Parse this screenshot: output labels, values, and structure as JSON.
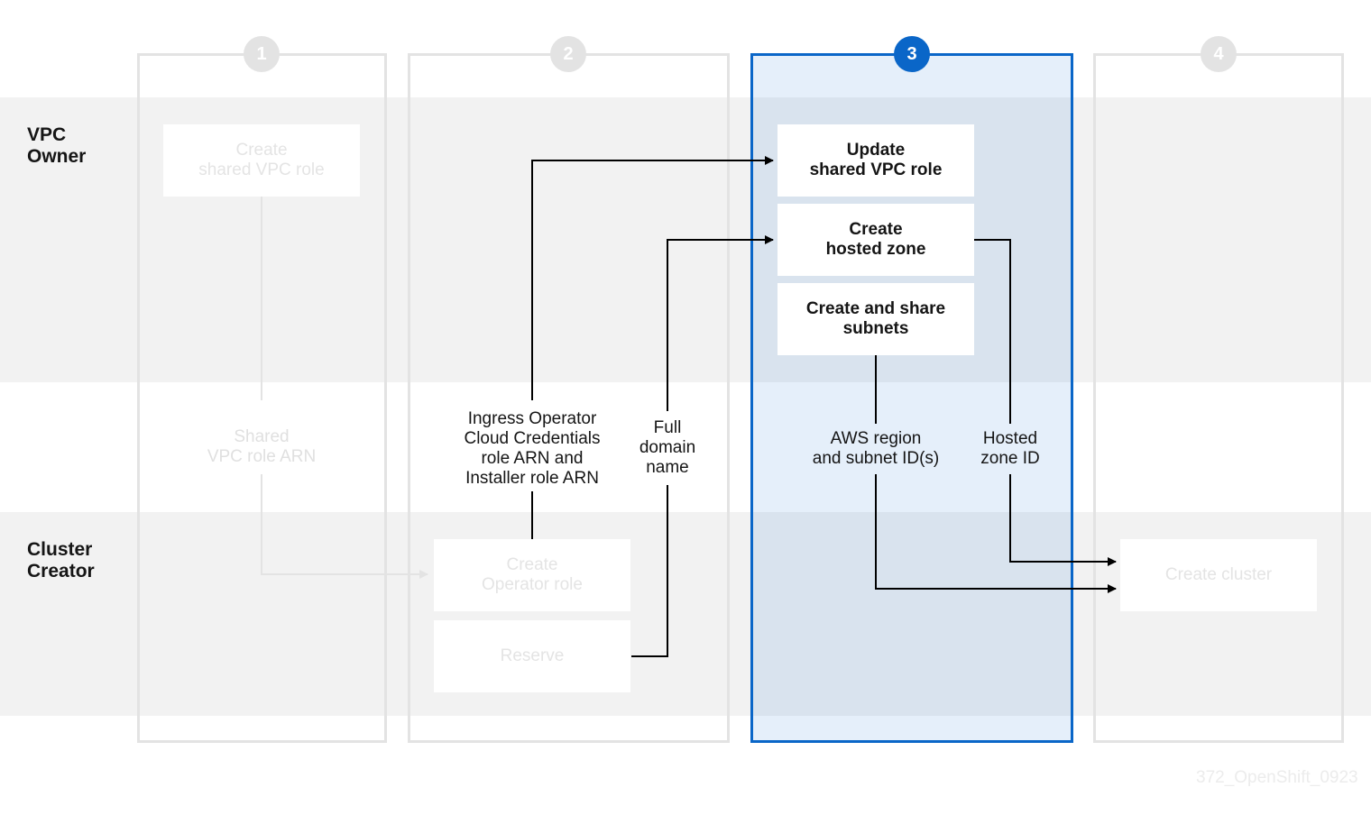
{
  "lanes": {
    "vpc_owner": "VPC\nOwner",
    "cluster_creator": "Cluster\nCreator"
  },
  "steps": [
    {
      "number": "1",
      "active": false
    },
    {
      "number": "2",
      "active": false
    },
    {
      "number": "3",
      "active": true
    },
    {
      "number": "4",
      "active": false
    }
  ],
  "nodes": {
    "create_shared_vpc_role": "Create\nshared VPC role",
    "update_shared_vpc_role": "Update\nshared VPC role",
    "create_hosted_zone": "Create\nhosted zone",
    "create_and_share_subnets": "Create and share\nsubnets",
    "create_operator_role": "Create\nOperator role",
    "reserve": "Reserve",
    "create_cluster": "Create cluster"
  },
  "edge_labels": {
    "shared_vpc_role_arn": "Shared\nVPC role ARN",
    "ingress_operator_arns": "Ingress Operator\nCloud Credentials\nrole ARN and\nInstaller role ARN",
    "full_domain_name": "Full\ndomain\nname",
    "aws_region_subnets": "AWS region\nand subnet ID(s)",
    "hosted_zone_id": "Hosted\nzone ID"
  },
  "colors": {
    "accent": "#0a66c8",
    "lane_band": "#f2f2f2",
    "dim": "#e3e3e3",
    "text": "#151515"
  },
  "watermark": "372_OpenShift_0923"
}
